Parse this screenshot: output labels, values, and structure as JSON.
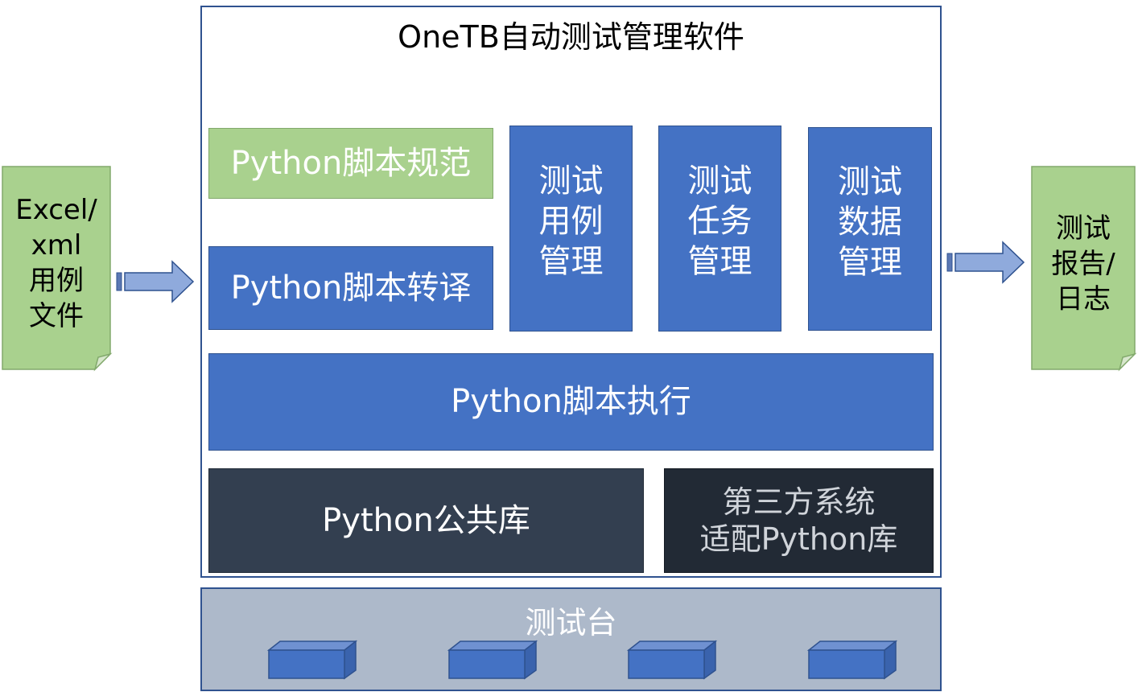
{
  "title": "OneTB自动测试管理软件",
  "input_doc": "Excel/\nxml\n用例\n文件",
  "output_doc": "测试\n报告/\n日志",
  "blocks": {
    "spec": "Python脚本规范",
    "translate": "Python脚本转译",
    "case_mgmt": "测试\n用例\n管理",
    "task_mgmt": "测试\n任务\n管理",
    "data_mgmt": "测试\n数据\n管理",
    "execute": "Python脚本执行",
    "common_lib": "Python公共库",
    "third_party": "第三方系统\n适配Python库"
  },
  "testbed": {
    "label": "测试台",
    "devices": [
      "",
      "",
      "",
      ""
    ]
  },
  "colors": {
    "blue": "#4472c4",
    "green": "#a9d18e",
    "dark": "#333f50",
    "testbed": "#adb9ca",
    "arrow": "#8faadc"
  }
}
